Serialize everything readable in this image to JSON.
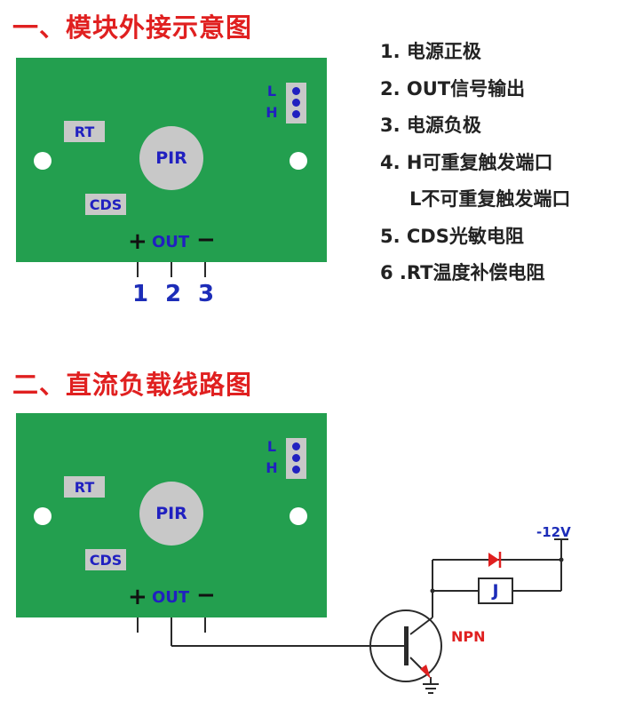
{
  "section1_title": "一、模块外接示意图",
  "section2_title": "二、直流负载线路图",
  "legend": [
    "1. 电源正极",
    "2. OUT信号输出",
    "3. 电源负极",
    "4. H可重复触发端口",
    "L不可重复触发端口",
    "5. CDS光敏电阻",
    "6 .RT温度补偿电阻"
  ],
  "board": {
    "sensor_label": "PIR",
    "rt_label": "RT",
    "cds_label": "CDS",
    "jumper_l": "L",
    "jumper_h": "H",
    "plus": "+",
    "out": "OUT",
    "minus": "−",
    "board_color": "#239f4f"
  },
  "pin_numbers": [
    "1",
    "2",
    "3"
  ],
  "circuit": {
    "transistor_label": "NPN",
    "supply_label": "-12V",
    "relay_label": "J",
    "diode_color": "#e02020"
  }
}
